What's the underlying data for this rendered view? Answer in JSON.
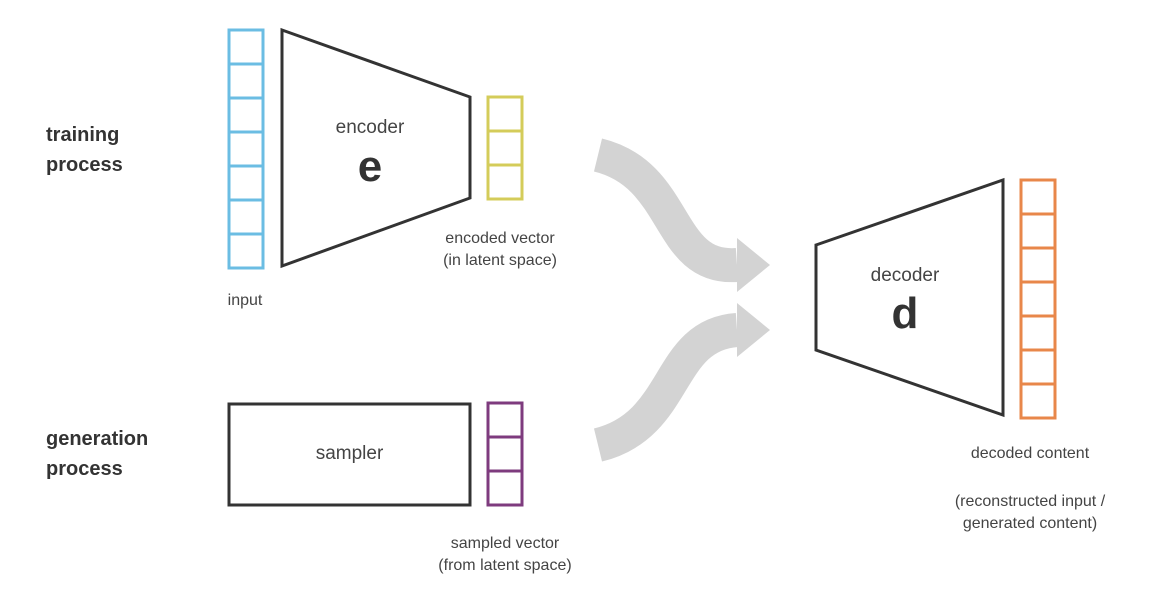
{
  "rows": {
    "training": {
      "line1": "training",
      "line2": "process"
    },
    "generation": {
      "line1": "generation",
      "line2": "process"
    }
  },
  "encoder": {
    "label": "encoder",
    "symbol": "e"
  },
  "decoder": {
    "label": "decoder",
    "symbol": "d"
  },
  "sampler": {
    "label": "sampler"
  },
  "captions": {
    "input": "input",
    "encoded_line1": "encoded vector",
    "encoded_line2": "(in latent space)",
    "sampled_line1": "sampled vector",
    "sampled_line2": "(from latent space)",
    "decoded": "decoded content",
    "decoded_note1": "(reconstructed input /",
    "decoded_note2": "generated content)"
  },
  "vectors": {
    "input": {
      "cells": 7,
      "color": "#6bbde3"
    },
    "encoded": {
      "cells": 3,
      "color": "#d4cc5a"
    },
    "sampled": {
      "cells": 3,
      "color": "#7e3b7e"
    },
    "decoded": {
      "cells": 7,
      "color": "#e8874a"
    }
  },
  "colors": {
    "outline": "#333333",
    "arrow": "#d3d3d3"
  }
}
